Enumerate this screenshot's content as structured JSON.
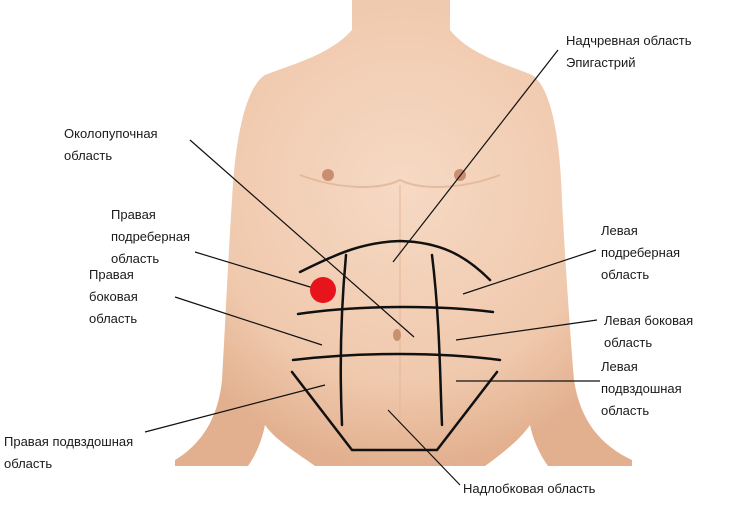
{
  "labels": {
    "epigastric": "Надчревная область\nЭпигастрий",
    "umbilical": "Околопупочная\nобласть",
    "right_hypochondrium": "Правая\nподреберная\nобласть",
    "right_lateral": "Правая\nбоковая\nобласть",
    "right_iliac": "Правая подвздошная\nобласть",
    "left_hypochondrium": "Левая\nподреберная\nобласть",
    "left_lateral": "Левая боковая\nобласть",
    "left_iliac": "Левая\nподвздошная\nобласть",
    "hypogastric": "Надлобковая область"
  },
  "colors": {
    "skin": "#f2cfb6",
    "skin_shadow": "#e3b394",
    "lines": "#111111",
    "marker": "#e8141c"
  }
}
